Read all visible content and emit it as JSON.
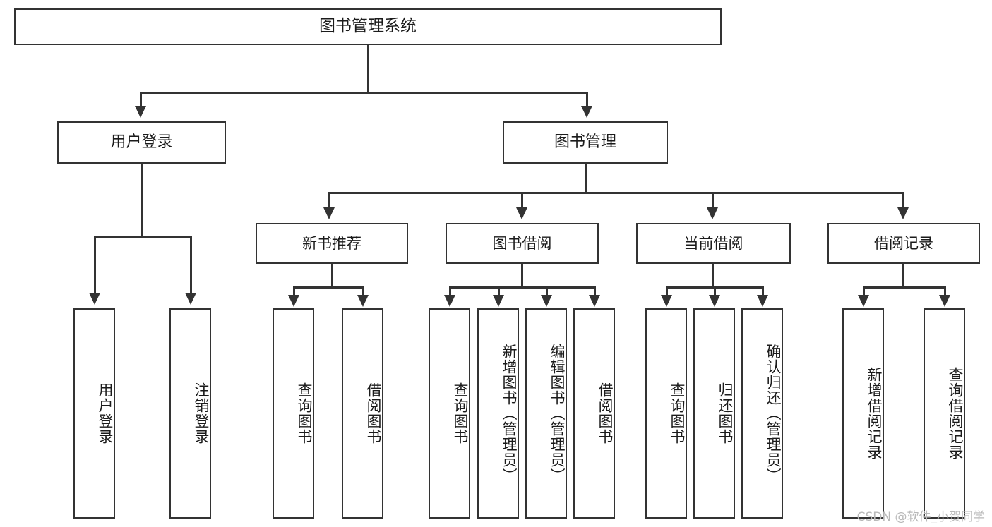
{
  "diagram": {
    "title": "图书管理系统",
    "type": "tree-hierarchy",
    "root": {
      "label": "图书管理系统"
    },
    "level1": [
      {
        "label": "用户登录"
      },
      {
        "label": "图书管理"
      }
    ],
    "level2": [
      {
        "label": "新书推荐",
        "parent": "图书管理"
      },
      {
        "label": "图书借阅",
        "parent": "图书管理"
      },
      {
        "label": "当前借阅",
        "parent": "图书管理"
      },
      {
        "label": "借阅记录",
        "parent": "图书管理"
      }
    ],
    "leaves": {
      "user_login": [
        {
          "label": "用户登录"
        },
        {
          "label": "注销登录"
        }
      ],
      "new_book_recommend": [
        {
          "label": "查询图书"
        },
        {
          "label": "借阅图书"
        }
      ],
      "book_borrow": [
        {
          "label": "查询图书"
        },
        {
          "label": "新增图书（管理员）"
        },
        {
          "label": "编辑图书（管理员）"
        },
        {
          "label": "借阅图书"
        }
      ],
      "current_borrow": [
        {
          "label": "查询图书"
        },
        {
          "label": "归还图书"
        },
        {
          "label": "确认归还（管理员）"
        }
      ],
      "borrow_record": [
        {
          "label": "新增借阅记录"
        },
        {
          "label": "查询借阅记录"
        }
      ]
    }
  },
  "watermark": {
    "text": "CSDN @软件_小贺同学"
  },
  "colors": {
    "stroke": "#333333",
    "fill": "#ffffff",
    "text": "#1b1b1b",
    "watermark": "#b9b9b9"
  }
}
